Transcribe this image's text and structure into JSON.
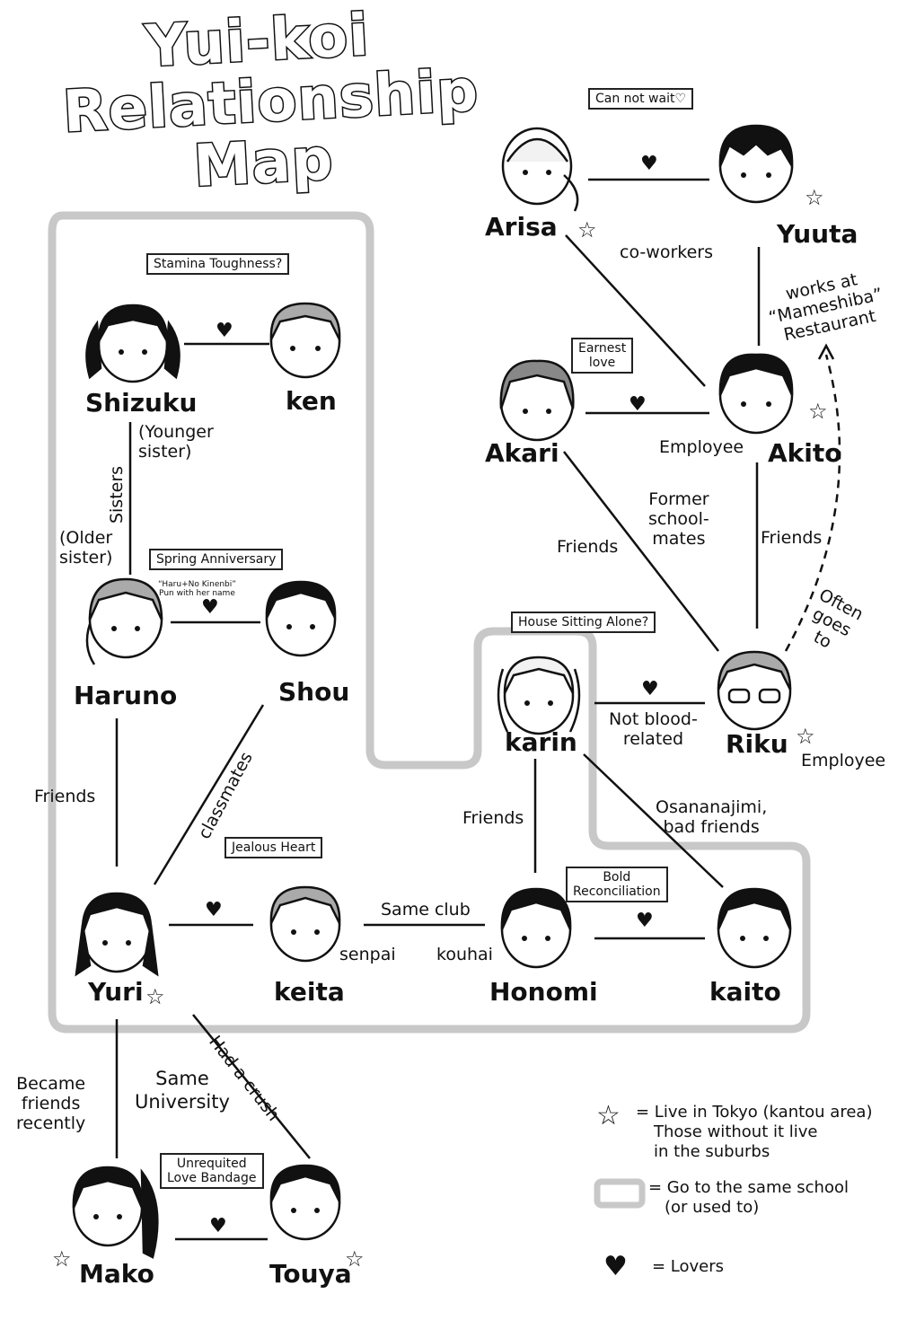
{
  "title": {
    "line1": "Yui-koi",
    "line2": "Relationship",
    "line3": "Map"
  },
  "characters": {
    "arisa": "Arisa",
    "yuuta": "Yuuta",
    "akari": "Akari",
    "akito": "Akito",
    "shizuku": "Shizuku",
    "ken": "ken",
    "haruno": "Haruno",
    "shou": "Shou",
    "karin": "karin",
    "riku": "Riku",
    "yuri": "Yuri",
    "keita": "keita",
    "honomi": "Honomi",
    "kaito": "kaito",
    "mako": "Mako",
    "touya": "Touya"
  },
  "boxes": {
    "can_not_wait": "Can not wait♡",
    "stamina": "Stamina Toughness?",
    "earnest_1": "Earnest",
    "earnest_2": "love",
    "spring": "Spring Anniversary",
    "house_sitting": "House Sitting Alone?",
    "jealous": "Jealous Heart",
    "bold_1": "Bold",
    "bold_2": "Reconciliation",
    "unrequited_1": "Unrequited",
    "unrequited_2": "Love Bandage"
  },
  "small_note": {
    "line1": "“Haru+No Kinenbi”",
    "line2": "Pun with her name"
  },
  "labels": {
    "coworkers": "co-workers",
    "works_at_1": "works at",
    "works_at_2": "“Mameshiba”",
    "works_at_3": "Restaurant",
    "employee_akito": "Employee",
    "former_1": "Former",
    "former_2": "school-",
    "former_3": "mates",
    "friends_akari_riku": "Friends",
    "friends_akito_riku": "Friends",
    "often_1": "Often",
    "often_2": "goes",
    "often_3": "to",
    "younger_1": "(Younger",
    "younger_2": "sister)",
    "sisters": "Sisters",
    "older_1": "(Older",
    "older_2": "sister)",
    "not_blood_1": "Not blood-",
    "not_blood_2": "related",
    "employee_riku": "Employee",
    "friends_haruno_yuri": "Friends",
    "classmates": "classmates",
    "friends_karin_honomi": "Friends",
    "osana_1": "Osananajimi,",
    "osana_2": "bad friends",
    "same_club": "Same club",
    "senpai": "senpai",
    "kouhai": "kouhai",
    "became_1": "Became",
    "became_2": "friends",
    "became_3": "recently",
    "same_uni_1": "Same",
    "same_uni_2": "University",
    "had_crush": "Had a crush"
  },
  "legend": {
    "star_1": "= Live in Tokyo (kantou area)",
    "star_2": "Those without it live",
    "star_3": "in the suburbs",
    "school_1": "= Go to the same school",
    "school_2": "(or used to)",
    "lovers": "= Lovers"
  },
  "colors": {
    "ink": "#111111",
    "school_outline": "#c8c8c8"
  }
}
